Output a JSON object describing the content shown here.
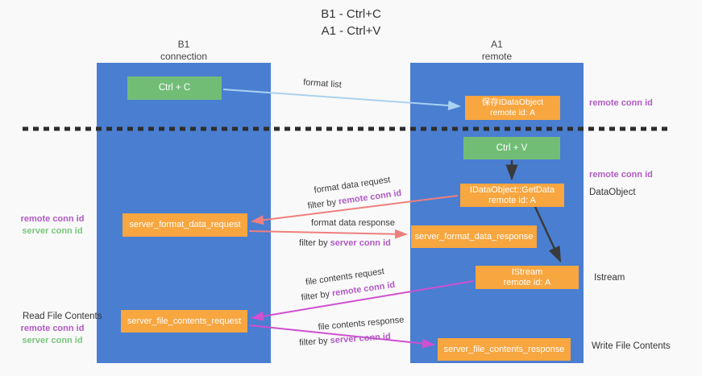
{
  "title": {
    "line1": "B1 - Ctrl+C",
    "line2": "A1 - Ctrl+V"
  },
  "lanes": {
    "left": {
      "name": "B1",
      "subtitle": "connection"
    },
    "right": {
      "name": "A1",
      "subtitle": "remote"
    }
  },
  "nodes": {
    "ctrl_c": "Ctrl + C",
    "ctrl_v": "Ctrl + V",
    "save_idataobject": {
      "line1": "保存IDataObject",
      "line2": "remote id: A"
    },
    "getdata": {
      "line1": "IDataObject::GetData",
      "line2": "remote id: A"
    },
    "istream": {
      "line1": "IStream",
      "line2": "remote id: A"
    },
    "server_format_data_request": "server_format_data_request",
    "server_format_data_response": "server_format_data_response",
    "server_file_contents_request": "server_file_contents_request",
    "server_file_contents_response": "server_file_contents_response"
  },
  "edge_labels": {
    "format_list": "format list",
    "format_data_request": "format data request",
    "format_data_response": "format data response",
    "file_contents_request": "file contents request",
    "file_contents_response": "file contents response",
    "filter_by": "filter by ",
    "remote_conn_id": "remote conn id",
    "server_conn_id": "server conn id"
  },
  "side_labels": {
    "remote_conn_id": "remote conn id",
    "server_conn_id": "server conn id",
    "dataobject": "DataObject",
    "istream": "Istream",
    "read_file_contents": "Read File Contents",
    "write_file_contents": "Write File Contents"
  },
  "colors": {
    "background": "#f9f9f9",
    "panel_blue": "#4a7ed1",
    "node_orange": "#f7a640",
    "node_green": "#72bd76",
    "arrow_light_blue": "#a9d2ef",
    "arrow_black": "#3a3a3a",
    "arrow_salmon": "#ee7f7f",
    "arrow_magenta": "#d04fd0",
    "text_purple": "#b05ac4",
    "text_green": "#7ac57e",
    "divider_black": "#2d2d2d"
  }
}
